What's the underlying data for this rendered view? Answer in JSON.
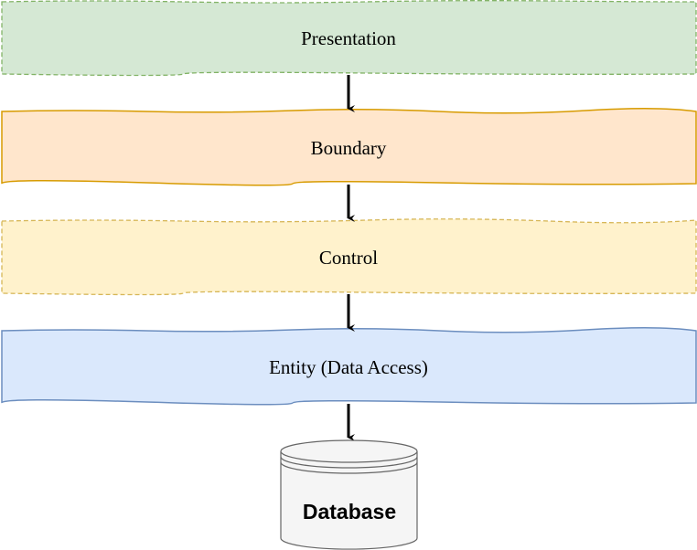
{
  "layers": [
    {
      "label": "Presentation",
      "fill": "#d5e8d4",
      "stroke": "#82b366",
      "dashed": true
    },
    {
      "label": "Boundary",
      "fill": "#ffe6cc",
      "stroke": "#d79b00",
      "dashed": false
    },
    {
      "label": "Control",
      "fill": "#fff2cc",
      "stroke": "#d6b656",
      "dashed": true
    },
    {
      "label": "Entity (Data Access)",
      "fill": "#dae8fc",
      "stroke": "#6c8ebf",
      "dashed": false
    }
  ],
  "database": {
    "label": "Database",
    "fill": "#f5f5f5",
    "stroke": "#666666"
  },
  "arrow_color": "#000000"
}
